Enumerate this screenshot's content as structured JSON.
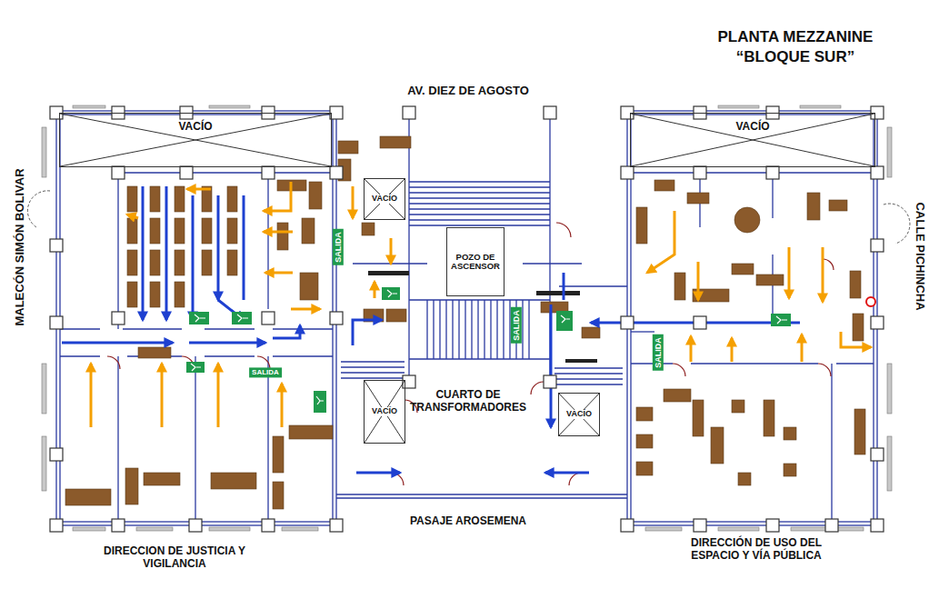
{
  "diagram": {
    "title": "PLANTA MEZZANINE “BLOQUE SUR”",
    "nodes": [
      {
        "text": [
          "VACÍO"
        ]
      },
      {
        "text": [
          "VACÍO"
        ]
      },
      {
        "text": [
          "VACÍO"
        ]
      },
      {
        "text": [
          "POZO DE ASCENSOR"
        ]
      },
      {
        "text": [
          "VACÍO"
        ]
      },
      {
        "text": [
          "VACÍO"
        ]
      }
    ],
    "labels": [
      "AV. DIEZ DE AGOSTO",
      "MALECÓN SIMÓN BOLIVAR",
      "CALLE PICHINCHA",
      "SALIDA",
      "SALIDA",
      "SALIDA",
      "SALIDA",
      "CUARTO DE TRANSFORMADORES",
      "PASAJE AROSEMENA",
      "DIRECCION DE JUSTICIA Y VIGILANCIA",
      "DIRECCIÓN DE USO DEL ESPACIO Y VÍA PÚBLICA"
    ]
  }
}
